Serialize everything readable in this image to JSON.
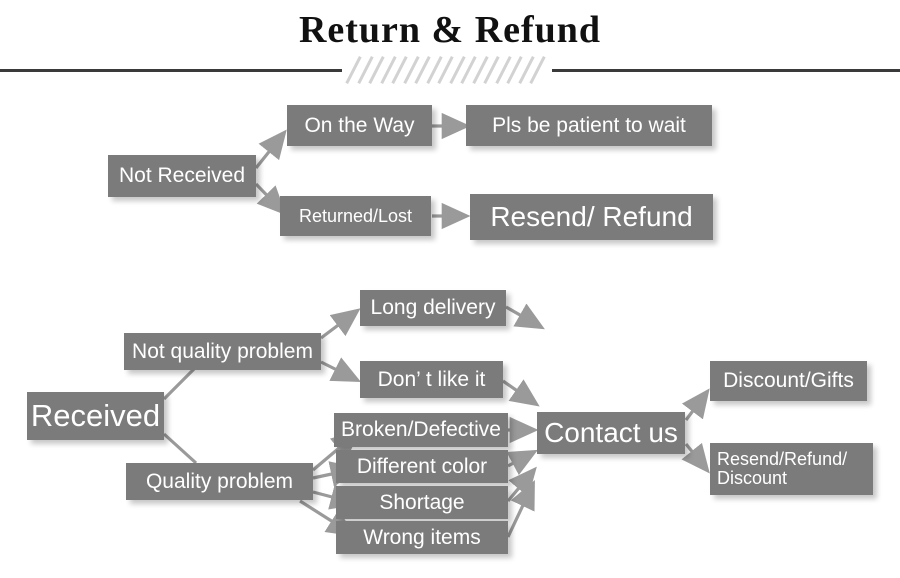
{
  "header": {
    "title": "Return & Refund",
    "divider_hatch_count": 17
  },
  "colors": {
    "box_fill": "#7b7b7b",
    "box_text": "#ffffff",
    "arrow": "#9a9a9a",
    "divider_line": "#3a3a3a",
    "hatch": "#d2d2d2",
    "background": "#ffffff"
  },
  "diagram": {
    "type": "flowchart",
    "branch_not_received": {
      "root": "Not Received",
      "nodes": [
        {
          "id": "on_the_way",
          "label": "On the Way"
        },
        {
          "id": "pls_wait",
          "label": "Pls be patient to wait"
        },
        {
          "id": "returned_lost",
          "label": "Returned/Lost"
        },
        {
          "id": "resend_refund",
          "label": "Resend/ Refund"
        }
      ]
    },
    "branch_received": {
      "root": "Received",
      "categories": [
        {
          "id": "not_quality",
          "label": "Not quality problem"
        },
        {
          "id": "quality",
          "label": "Quality problem"
        }
      ],
      "not_quality_reasons": [
        {
          "id": "long_delivery",
          "label": "Long delivery"
        },
        {
          "id": "dont_like",
          "label": "Don’  t like it"
        }
      ],
      "quality_reasons": [
        {
          "id": "broken",
          "label": "Broken/Defective"
        },
        {
          "id": "different_color",
          "label": "Different color"
        },
        {
          "id": "shortage",
          "label": "Shortage"
        },
        {
          "id": "wrong_items",
          "label": "Wrong items"
        }
      ],
      "action": {
        "id": "contact_us",
        "label": "Contact us"
      },
      "outcomes": [
        {
          "id": "discount_gifts",
          "label": "Discount/Gifts"
        },
        {
          "id": "resend_refund_discount",
          "line1": "Resend/Refund/",
          "line2": "Discount"
        }
      ]
    }
  }
}
